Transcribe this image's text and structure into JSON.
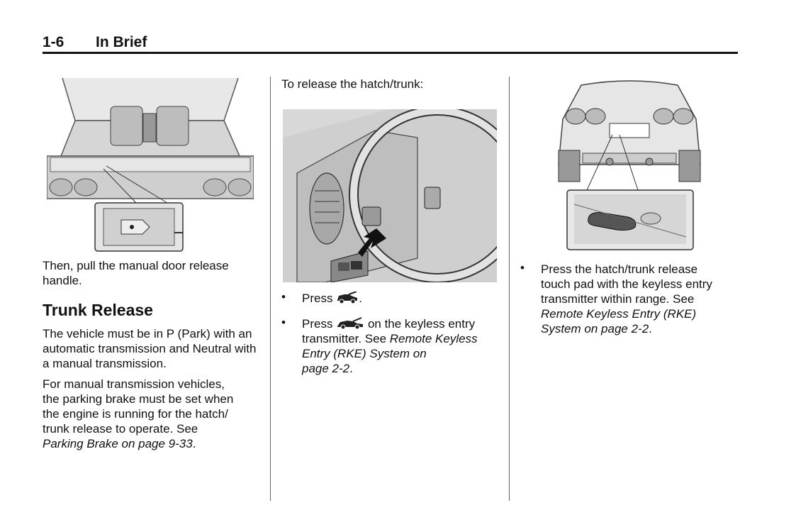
{
  "header": {
    "page_number": "1-6",
    "section_title": "In Brief"
  },
  "col1": {
    "caption": "Then, pull the manual door release handle.",
    "heading": "Trunk Release",
    "para1": "The vehicle must be in P (Park) with an automatic transmission and Neutral with a manual transmission.",
    "para2_lines": [
      "For manual transmission vehicles,",
      "the parking brake must be set when",
      "the engine is running for the hatch/",
      "trunk release to operate. See"
    ],
    "para2_ref": "Parking Brake on page 9-33",
    "para2_end": "."
  },
  "col2": {
    "intro": "To release the hatch/trunk:",
    "bullet1_press": "Press",
    "bullet1_end": ".",
    "bullet2_press": "Press",
    "bullet2_rest": "on the keyless entry",
    "bullet2_line2_plain": "transmitter. See ",
    "bullet2_line2_ref": "Remote Keyless",
    "bullet2_line3_ref": "Entry (RKE) System on",
    "bullet2_line4_ref": "page 2-2",
    "bullet2_end": "."
  },
  "col3": {
    "bullet_lines": [
      "Press the hatch/trunk release",
      "touch pad with the keyless entry",
      "transmitter within range. See"
    ],
    "bullet_ref_line1": "Remote Keyless Entry (RKE)",
    "bullet_ref_line2": "System on page 2-2",
    "bullet_end": "."
  },
  "icons": [
    "trunk-release-icon",
    "bullet-dot"
  ]
}
